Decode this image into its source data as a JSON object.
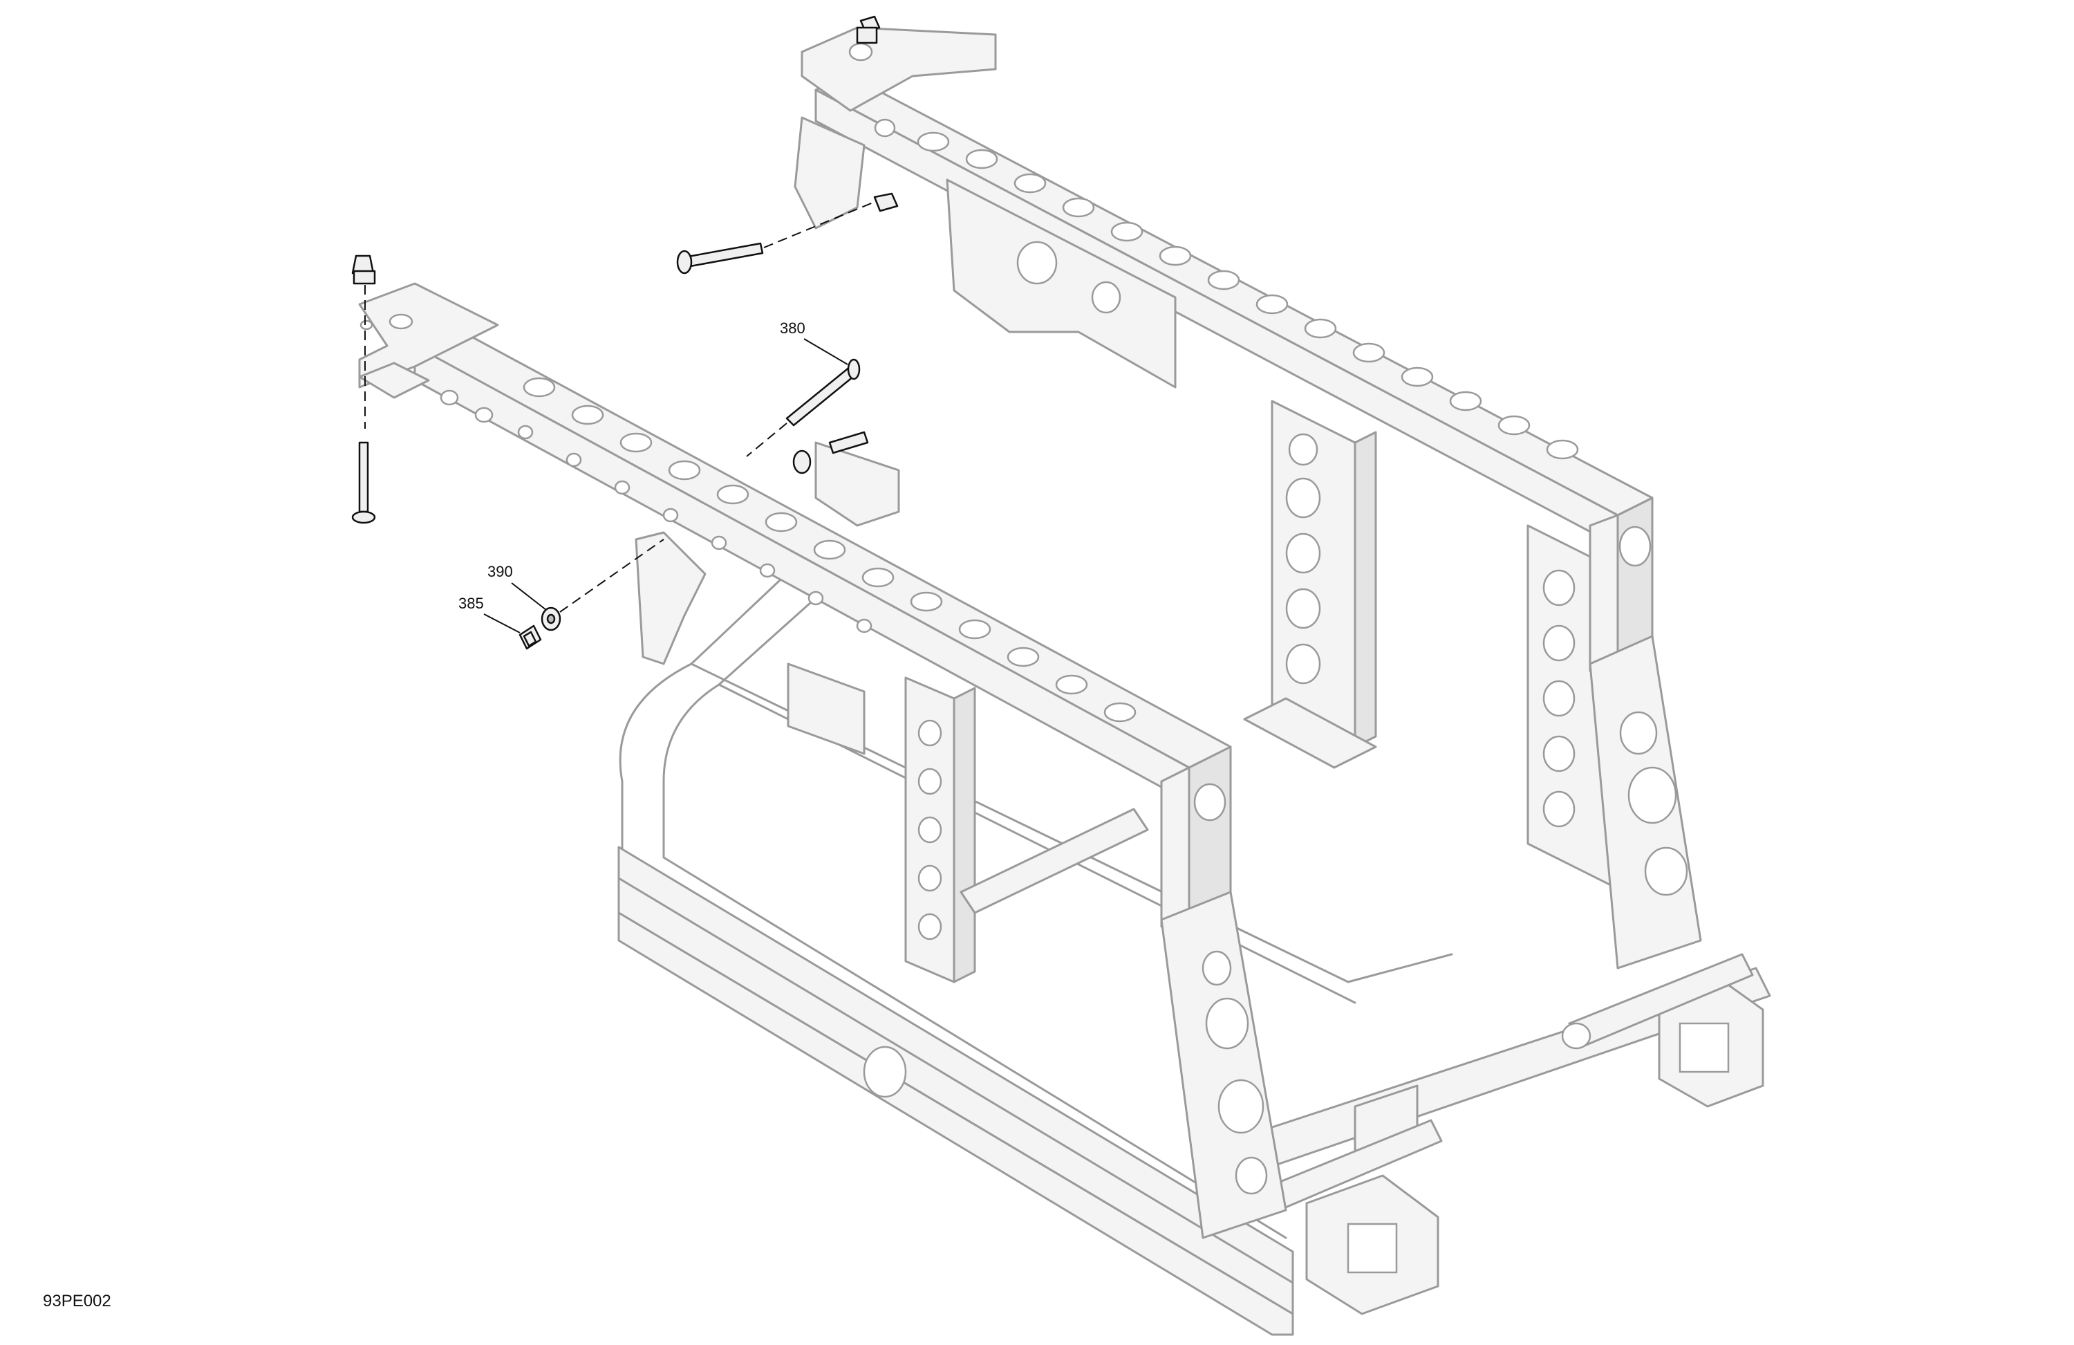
{
  "callouts": [
    {
      "id": "380",
      "label": "380"
    },
    {
      "id": "390",
      "label": "390"
    },
    {
      "id": "385",
      "label": "385"
    }
  ],
  "figure_id": "93PE002"
}
